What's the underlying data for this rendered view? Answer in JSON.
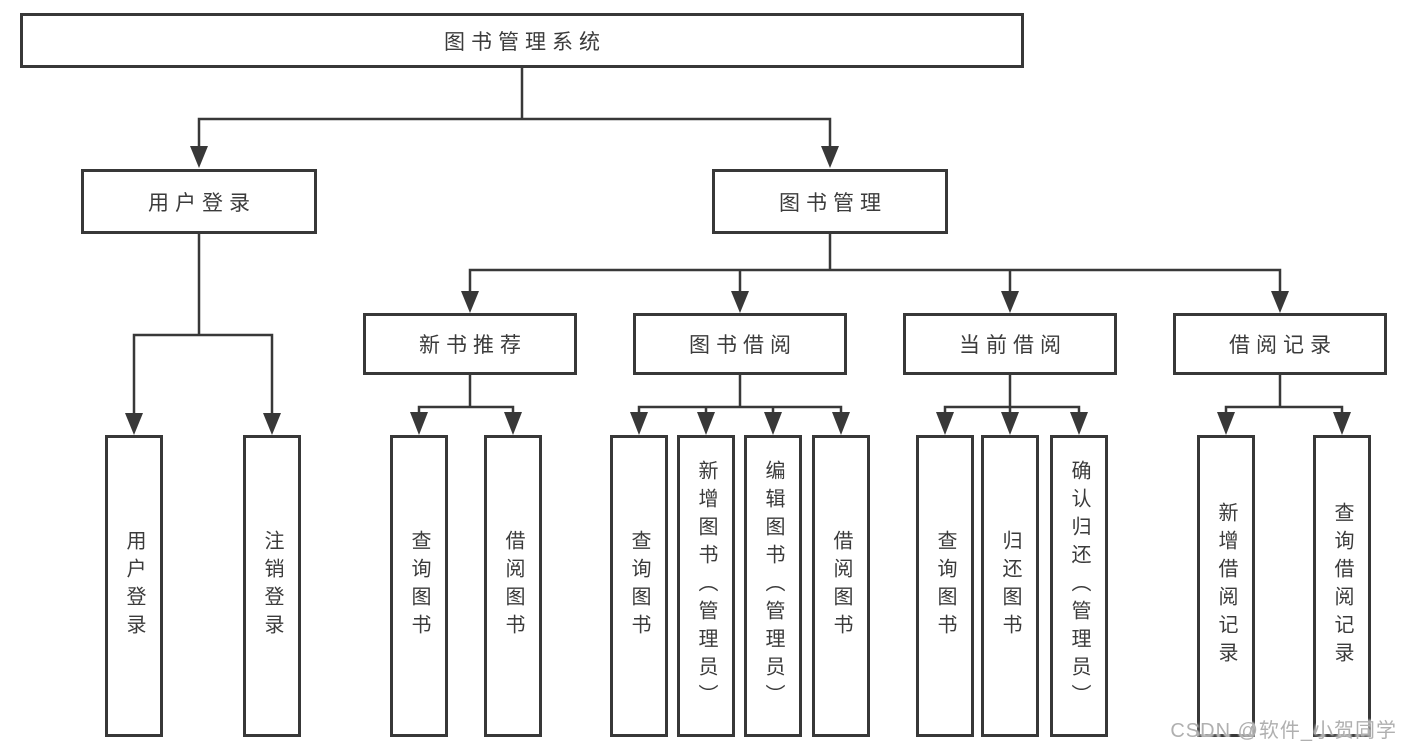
{
  "diagram": {
    "root": {
      "label": "图书管理系统"
    },
    "level1": [
      {
        "label": "用户登录",
        "children": [
          {
            "label": "用户登录"
          },
          {
            "label": "注销登录"
          }
        ]
      },
      {
        "label": "图书管理",
        "children": [
          {
            "label": "新书推荐",
            "children": [
              {
                "label": "查询图书"
              },
              {
                "label": "借阅图书"
              }
            ]
          },
          {
            "label": "图书借阅",
            "children": [
              {
                "label": "查询图书"
              },
              {
                "label": "新增图书（管理员）"
              },
              {
                "label": "编辑图书（管理员）"
              },
              {
                "label": "借阅图书"
              }
            ]
          },
          {
            "label": "当前借阅",
            "children": [
              {
                "label": "查询图书"
              },
              {
                "label": "归还图书"
              },
              {
                "label": "确认归还（管理员）"
              }
            ]
          },
          {
            "label": "借阅记录",
            "children": [
              {
                "label": "新增借阅记录"
              },
              {
                "label": "查询借阅记录"
              }
            ]
          }
        ]
      }
    ]
  },
  "watermark": {
    "text": "CSDN @软件_小贺同学"
  },
  "colors": {
    "line": "#383838",
    "text": "#3b3b3b",
    "background": "#ffffff",
    "watermark": "#b0b0b0"
  }
}
